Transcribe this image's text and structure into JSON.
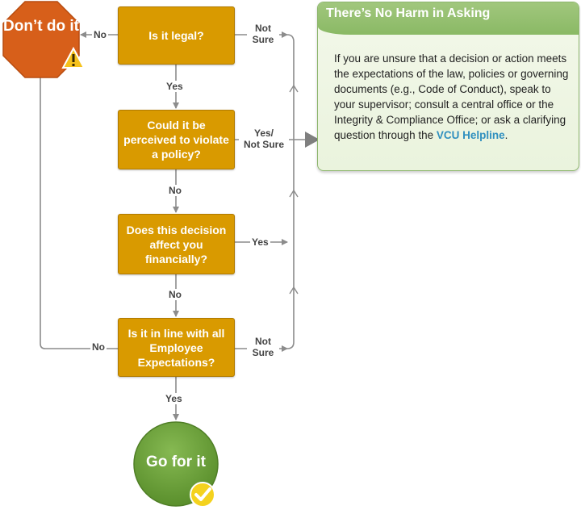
{
  "decisions": [
    {
      "id": "legal",
      "label": "Is it legal?"
    },
    {
      "id": "policy",
      "label": "Could it be perceived to violate a policy?"
    },
    {
      "id": "financial",
      "label": "Does this decision affect you financially?"
    },
    {
      "id": "expectations",
      "label": "Is it in line with all Employee Expectations?"
    }
  ],
  "terminals": {
    "stop": "Don’t do it",
    "go": "Go for it"
  },
  "edge_labels": {
    "legal_no": "No",
    "legal_not_sure": "Not\nSure",
    "legal_yes": "Yes",
    "policy_yes_not_sure": "Yes/\nNot Sure",
    "policy_no": "No",
    "financial_yes": "Yes",
    "financial_no": "No",
    "expectations_no": "No",
    "expectations_not_sure": "Not\nSure",
    "expectations_yes": "Yes"
  },
  "callout": {
    "title": "There’s No Harm in Asking",
    "body_prefix": "If you are unsure that a decision or action meets the expectations of the law, policies or governing documents (e.g., Code of Conduct), speak to your supervisor; consult a central office or the Integrity & Compliance Office; or ask a clarifying question through the ",
    "link_text": "VCU Helpline",
    "body_suffix": "."
  },
  "colors": {
    "decision_fill": "#d99a00",
    "stop_fill": "#d75f1a",
    "go_fill": "#6fa33b",
    "callout_header": "#8ab965",
    "link": "#2f8fbf",
    "connector": "#8c8c8c"
  },
  "icons": {
    "warning": "warning-icon",
    "check": "checkmark-icon"
  }
}
